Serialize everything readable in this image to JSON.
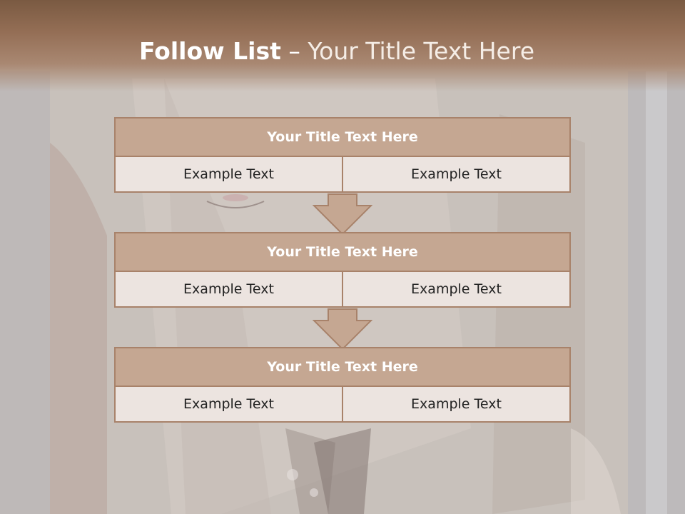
{
  "title": {
    "bold": "Follow List",
    "separator": " – ",
    "rest": "Your Title Text Here"
  },
  "blocks": [
    {
      "header": "Your Title Text Here",
      "left": "Example Text",
      "right": "Example Text"
    },
    {
      "header": "Your Title Text Here",
      "left": "Example Text",
      "right": "Example Text"
    },
    {
      "header": "Your Title Text Here",
      "left": "Example Text",
      "right": "Example Text"
    }
  ],
  "colors": {
    "header_fill": "#c5a792",
    "border": "#a8826a",
    "cell_fill": "#ece4e0",
    "arrow_fill": "#c5a792"
  }
}
